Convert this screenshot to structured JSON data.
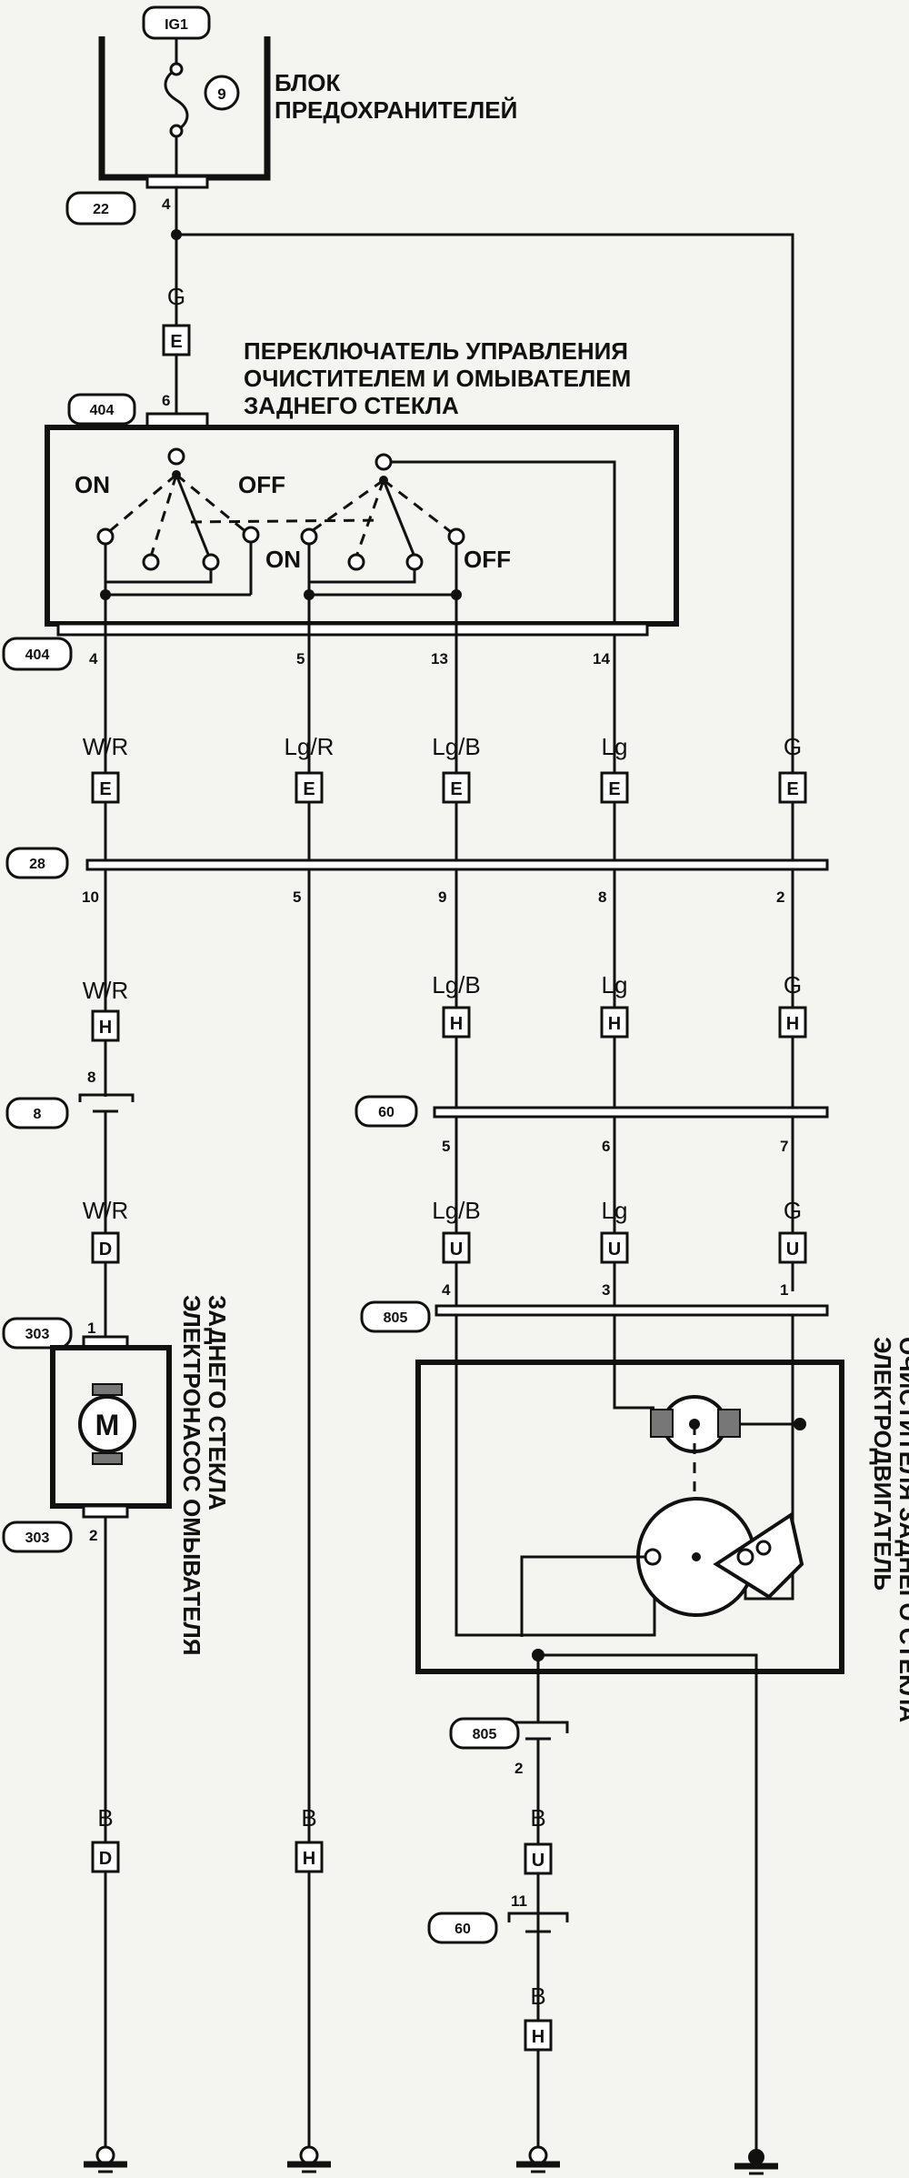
{
  "fuse_block": {
    "feed": "IG1",
    "fuse_number": "9",
    "label_line1": "БЛОК",
    "label_line2": "ПРЕДОХРАНИТЕЛЕЙ",
    "connector": "22",
    "pin": "4"
  },
  "feed_wire": {
    "color": "G",
    "letter": "E"
  },
  "switch": {
    "label_line1": "ПЕРЕКЛЮЧАТЕЛЬ УПРАВЛЕНИЯ",
    "label_line2": "ОЧИСТИТЕЛЕМ И ОМЫВАТЕЛЕМ",
    "label_line3": "ЗАДНЕГО СТЕКЛА",
    "connector": "404",
    "input_pin": "6",
    "positions": [
      "ON",
      "OFF",
      "ON",
      "OFF"
    ],
    "output_pins": [
      "4",
      "5",
      "13",
      "14"
    ]
  },
  "column_wires": [
    {
      "color": "W/R",
      "letter": "E"
    },
    {
      "color": "Lg/R",
      "letter": "E"
    },
    {
      "color": "Lg/B",
      "letter": "E"
    },
    {
      "color": "Lg",
      "letter": "E"
    },
    {
      "color": "G",
      "letter": "E"
    }
  ],
  "connector_28": {
    "id": "28",
    "pins": [
      "10",
      "5",
      "9",
      "8",
      "2"
    ]
  },
  "h_wires": [
    {
      "color": "W/R",
      "letter": "H"
    },
    {
      "color": "Lg/B",
      "letter": "H"
    },
    {
      "color": "Lg",
      "letter": "H"
    },
    {
      "color": "G",
      "letter": "H"
    }
  ],
  "connector_8": {
    "id": "8",
    "pin": "8"
  },
  "connector_60": {
    "id": "60",
    "pins": [
      "5",
      "6",
      "7"
    ]
  },
  "pump_wire": {
    "color": "W/R",
    "letter": "D"
  },
  "u_wires": [
    {
      "color": "Lg/B",
      "letter": "U"
    },
    {
      "color": "Lg",
      "letter": "U"
    },
    {
      "color": "G",
      "letter": "U"
    }
  ],
  "connector_805": {
    "id": "805",
    "pins": [
      "4",
      "3",
      "1"
    ]
  },
  "pump": {
    "connector": "303",
    "pin_top": "1",
    "pin_bottom": "2",
    "motor_symbol": "M",
    "label_line1": "ЭЛЕКТРОНАСОС ОМЫВАТЕЛЯ",
    "label_line2": "ЗАДНЕГО СТЕКЛА"
  },
  "wiper_motor": {
    "label_line1": "ЭЛЕКТРОДВИГАТЕЛЬ",
    "label_line2": "ОЧИСТИТЕЛЯ ЗАДНЕГО СТЕКЛА",
    "ground_connector": "805",
    "ground_pin": "2"
  },
  "ground_wires": [
    {
      "color": "B",
      "letter": "D"
    },
    {
      "color": "B",
      "letter": "H"
    },
    {
      "color": "B",
      "letter": "U"
    }
  ],
  "ground_connector_60": {
    "id": "60",
    "pin": "11"
  },
  "final_ground_wire": {
    "color": "B",
    "letter": "H"
  }
}
